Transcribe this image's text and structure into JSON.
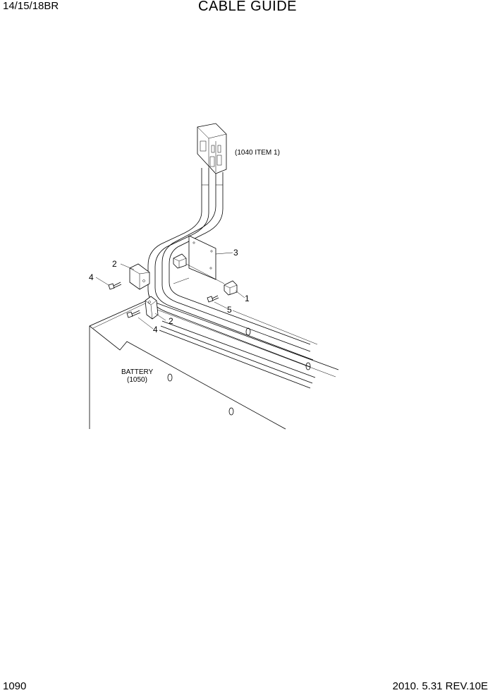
{
  "header": {
    "model": "14/15/18BR",
    "title": "CABLE GUIDE"
  },
  "footer": {
    "page_number": "1090",
    "revision": "2010. 5.31 REV.10E"
  },
  "drawing": {
    "reference_connector": "(1040 ITEM 1)",
    "battery_label_line1": "BATTERY",
    "battery_label_line2": "(1050)",
    "callouts": {
      "c1": "1",
      "c2a": "2",
      "c2b": "2",
      "c3": "3",
      "c4a": "4",
      "c4b": "4",
      "c5": "5"
    }
  }
}
